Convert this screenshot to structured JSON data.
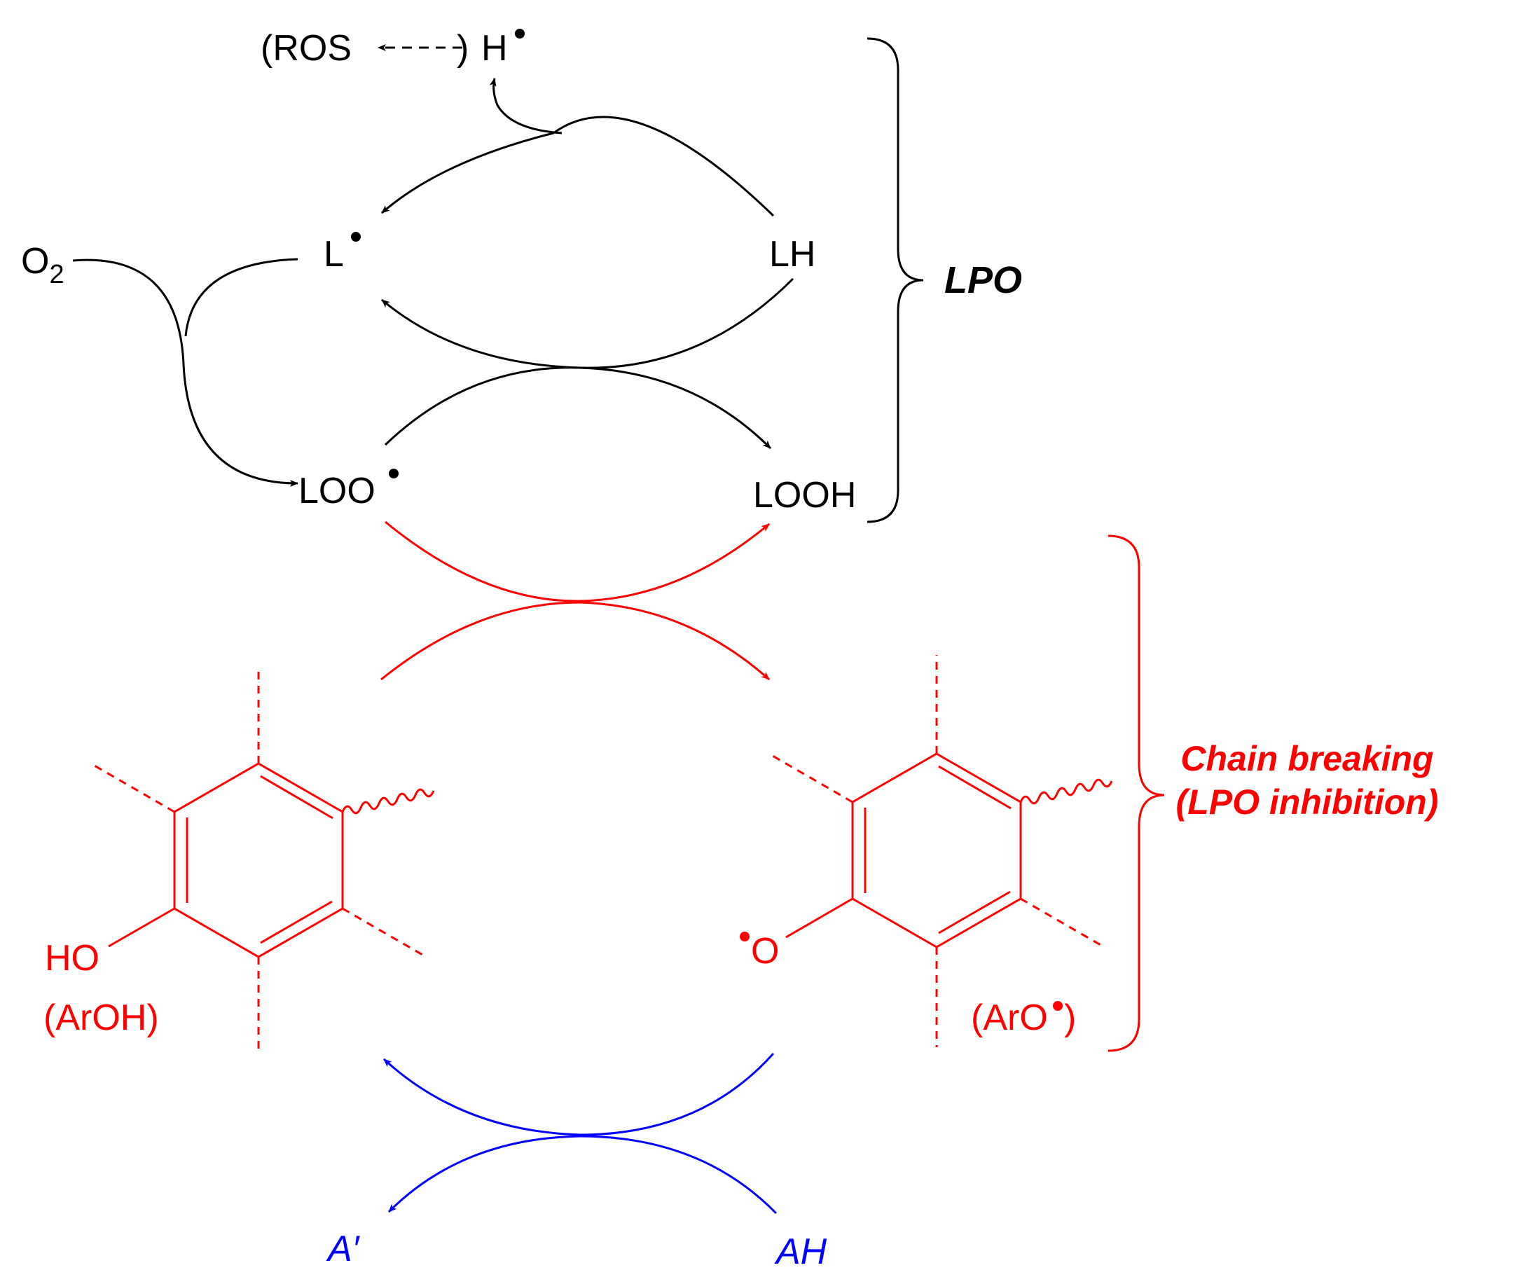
{
  "colors": {
    "lpo": "#000000",
    "inhibition": "#ff0000",
    "regeneration": "#0000ff"
  },
  "labels": {
    "ros": "(ROS",
    "ros_close": ")",
    "h_radical": "H",
    "l_radical": "L",
    "lh": "LH",
    "o2": "O",
    "o2_sub": "2",
    "loo_radical": "LOO",
    "looh": "LOOH",
    "lpo": "LPO",
    "chain_breaking_line1": "Chain breaking",
    "chain_breaking_line2": "(LPO inhibition)",
    "ho": "HO",
    "aroh": "(ArOH)",
    "o_radical": "O",
    "aro_open": "(ArO",
    "aro_close": ")",
    "a_prime": "A′",
    "ah": "AH"
  }
}
